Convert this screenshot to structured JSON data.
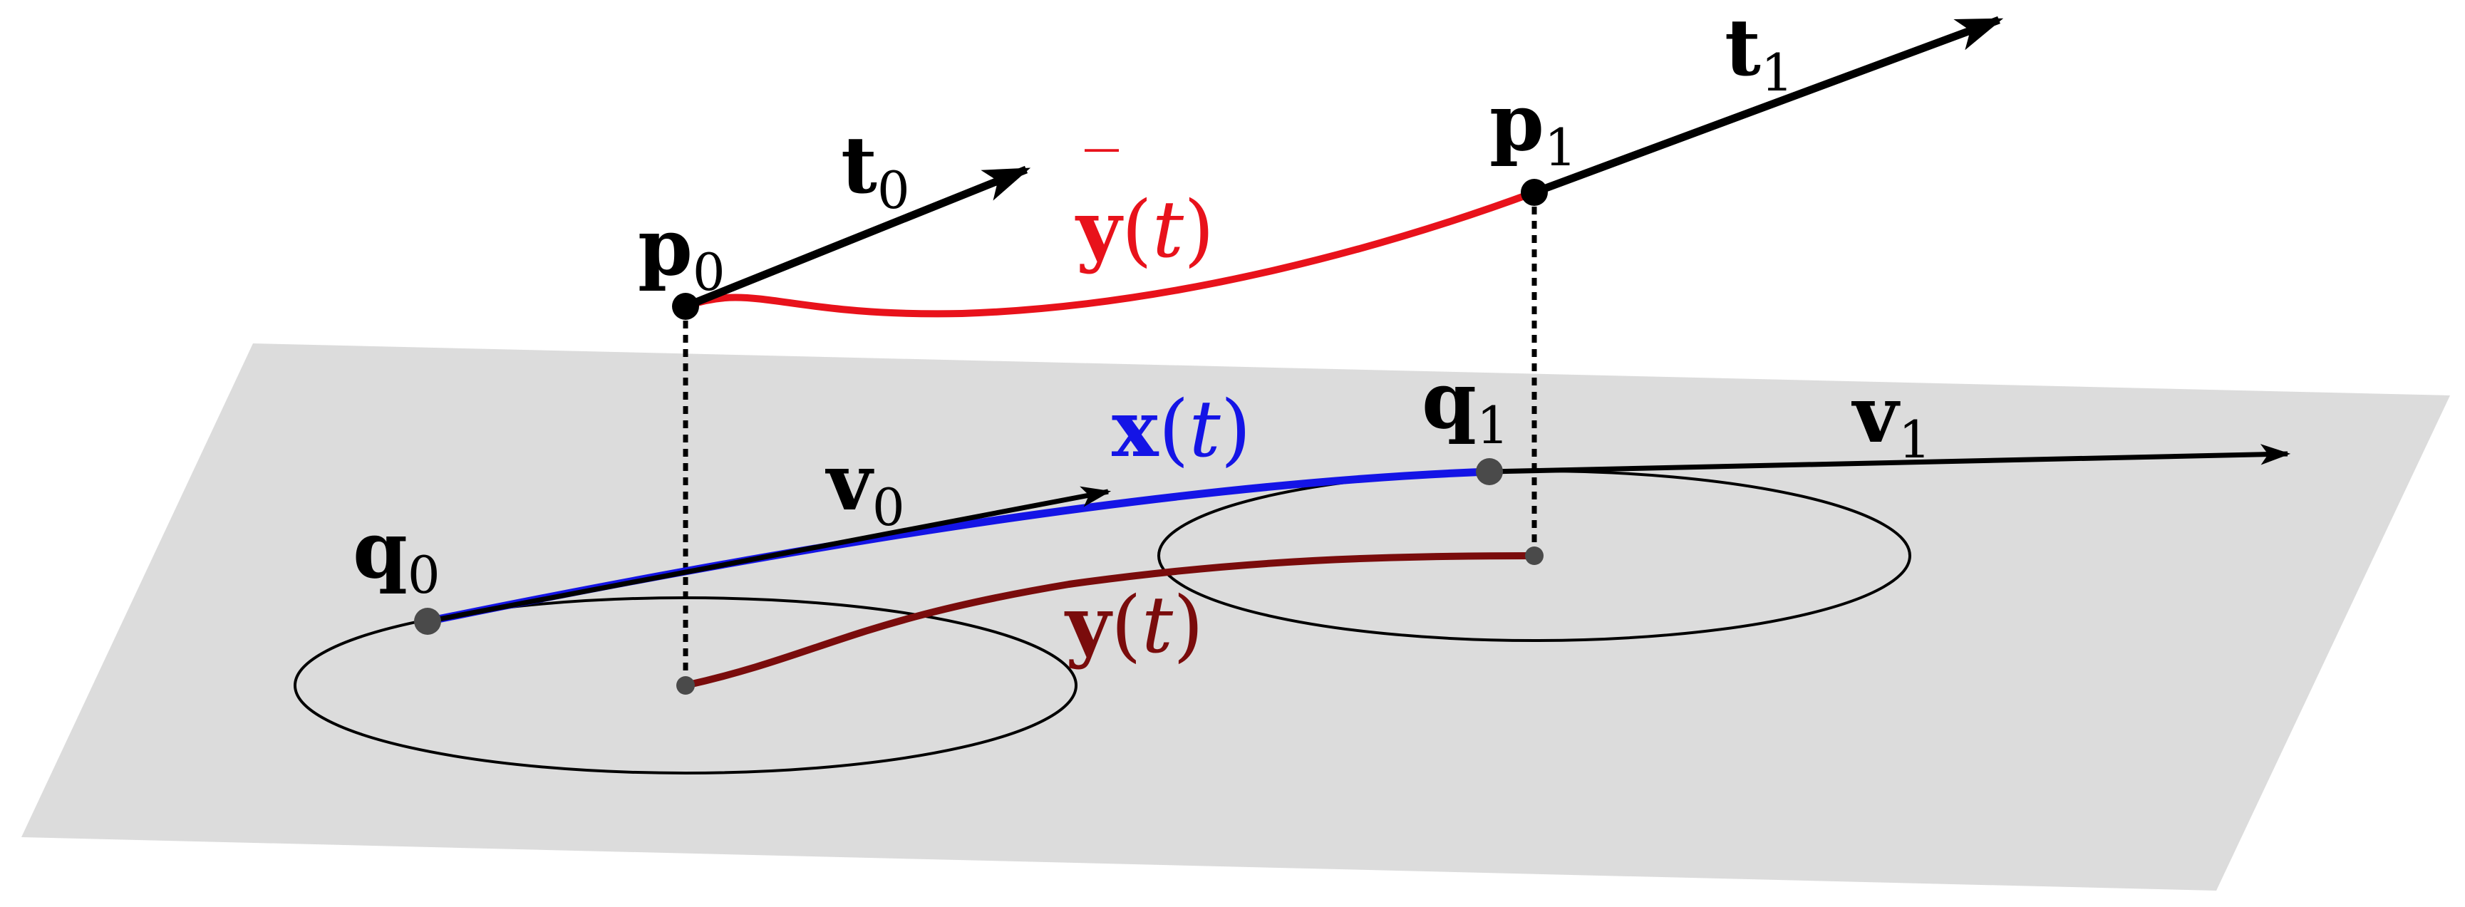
{
  "labels": {
    "p0": {
      "main": "p",
      "sub": "0"
    },
    "p1": {
      "main": "p",
      "sub": "1"
    },
    "t0": {
      "main": "t",
      "sub": "0"
    },
    "t1": {
      "main": "t",
      "sub": "1"
    },
    "q0": {
      "main": "q",
      "sub": "0"
    },
    "q1": {
      "main": "q",
      "sub": "1"
    },
    "v0": {
      "main": "v",
      "sub": "0"
    },
    "v1": {
      "main": "v",
      "sub": "1"
    },
    "ybar": {
      "main": "y",
      "bar": "‾",
      "open": "(",
      "arg": "t",
      "close": ")"
    },
    "x": {
      "main": "x",
      "open": "(",
      "arg": "t",
      "close": ")"
    },
    "y": {
      "main": "y",
      "open": "(",
      "arg": "t",
      "close": ")"
    }
  },
  "colors": {
    "plane": "#dcdcdc",
    "ybar_curve": "#e8121b",
    "x_curve": "#1414e6",
    "y_curve": "#7a0c0c",
    "vector": "#000000",
    "point_upper": "#000000",
    "point_lower": "#4a4a4a"
  }
}
